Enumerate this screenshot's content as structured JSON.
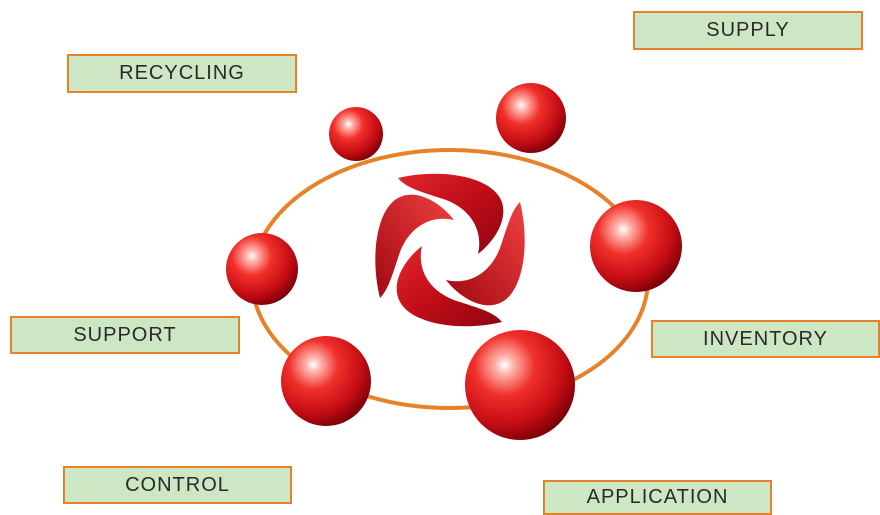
{
  "labels": {
    "supply": "SUPPLY",
    "recycling": "RECYCLING",
    "support": "SUPPORT",
    "inventory": "INVENTORY",
    "control": "CONTROL",
    "application": "APPLICATION"
  },
  "colors": {
    "ring": "#e8822a",
    "sphere": "#d8131b",
    "label_fill": "#cde6c3",
    "label_border": "#e8822a",
    "logo": "#c8101a"
  },
  "icons": {
    "center_logo": "red-pinwheel-logo-icon"
  }
}
